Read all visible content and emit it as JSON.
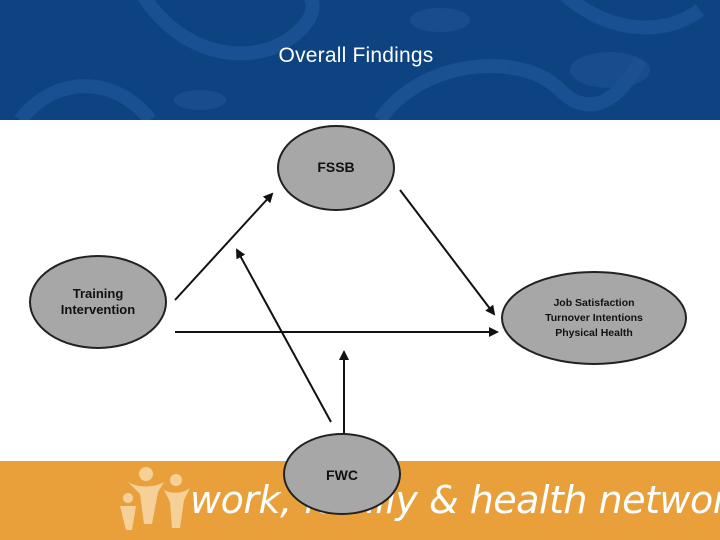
{
  "slide": {
    "title": "Overall Findings"
  },
  "diagram": {
    "nodes": {
      "fssb": "FSSB",
      "training_line1": "Training",
      "training_line2": "Intervention",
      "outcomes_line1": "Job Satisfaction",
      "outcomes_line2": "Turnover Intentions",
      "outcomes_line3": "Physical Health",
      "fwc": "FWC"
    }
  },
  "footer": {
    "brand": "work, family & health network"
  },
  "colors": {
    "header": "#0d4381",
    "footer": "#e9a03a",
    "node_fill": "#a7a7a7",
    "node_stroke": "#222222"
  }
}
